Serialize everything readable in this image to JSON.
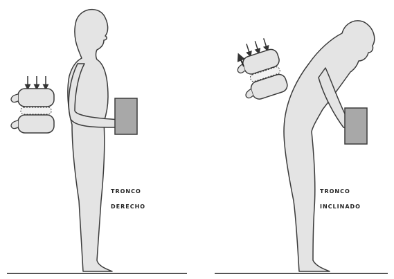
{
  "panels": {
    "upright": {
      "label_line1": "TRONCO",
      "label_line2": "DERECHO"
    },
    "bent": {
      "label_line1": "TRONCO",
      "label_line2": "INCLINADO"
    }
  },
  "colors": {
    "figure_fill": "#e4e4e4",
    "outline": "#3a3a3a",
    "box_fill": "#a8a8a8",
    "floor": "#555555"
  },
  "icons": [
    "standing-person-icon",
    "bending-person-icon",
    "vertebra-icon",
    "load-box-icon",
    "pressure-arrow-icon"
  ]
}
